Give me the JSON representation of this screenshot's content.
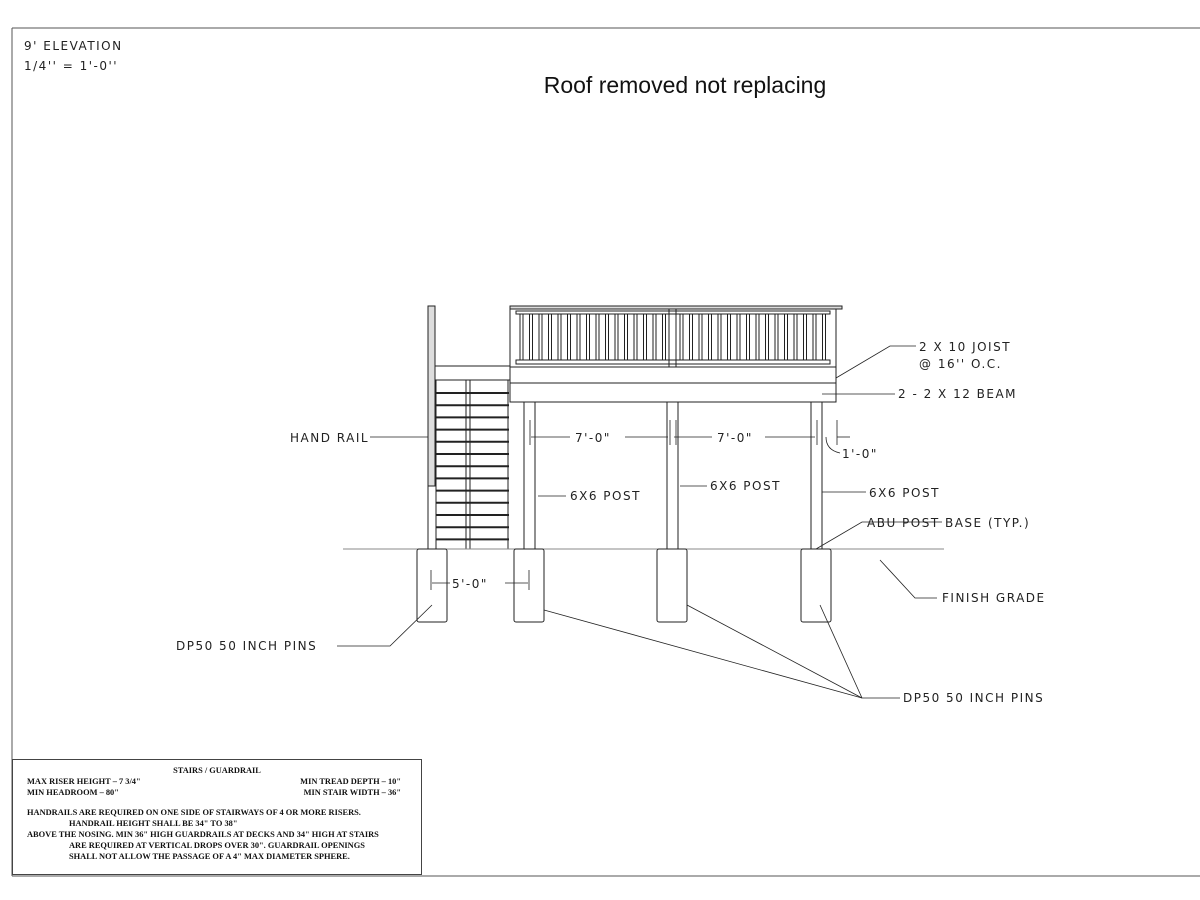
{
  "header": {
    "view_name": "9' ELEVATION",
    "scale": "1/4'' = 1'-0''",
    "title": "Roof removed not replacing"
  },
  "labels": {
    "joist_line1": "2 X 10 JOIST",
    "joist_line2": "@ 16'' O.C.",
    "beam": "2 - 2 X 12 BEAM",
    "hand_rail": "HAND RAIL",
    "span1": "7'-0\"",
    "span2": "7'-0\"",
    "overhang": "1'-0\"",
    "post1": "6X6 POST",
    "post2": "6X6 POST",
    "post3": "6X6 POST",
    "post_base": "ABU POST BASE (TYP.)",
    "finish_grade": "FINISH GRADE",
    "stair_offset": "5'-0\"",
    "pins_left": "DP50 50 INCH PINS",
    "pins_right": "DP50 50 INCH PINS"
  },
  "notes": {
    "title": "STAIRS / GUARDRAIL",
    "max_riser": "MAX RISER HEIGHT – 7 3/4\"",
    "min_tread": "MIN TREAD DEPTH – 10\"",
    "min_headroom": "MIN HEADROOM – 80\"",
    "min_stair_width": "MIN STAIR WIDTH – 36\"",
    "line1": "HANDRAILS ARE REQUIRED ON ONE SIDE OF STAIRWAYS OF 4 OR MORE RISERS.",
    "line2": "HANDRAIL HEIGHT SHALL BE 34\" TO 38\"",
    "line3": "ABOVE THE NOSING. MIN 36\" HIGH GUARDRAILS AT DECKS AND 34\" HIGH AT STAIRS",
    "line4": "ARE REQUIRED AT VERTICAL DROPS OVER 30\". GUARDRAIL OPENINGS",
    "line5": "SHALL NOT ALLOW THE PASSAGE OF A 4\" MAX DIAMETER SPHERE."
  }
}
